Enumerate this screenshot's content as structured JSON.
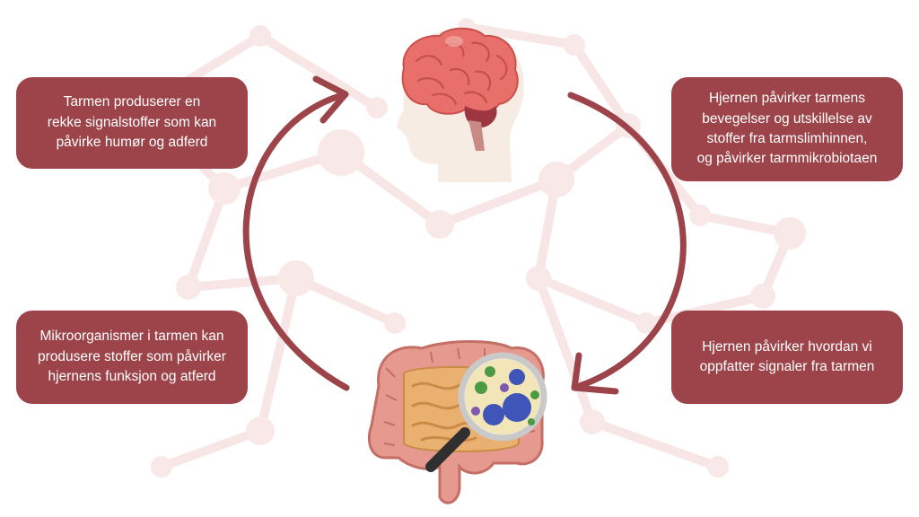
{
  "colors": {
    "card_bg": "#9c4449",
    "card_text": "#ffffff",
    "arrow": "#9c4449",
    "background_network": "#f6e3e2"
  },
  "cards": {
    "top_left": {
      "lines": [
        "Tarmen produserer en",
        "rekke signalstoffer som kan",
        "påvirke humør og adferd"
      ]
    },
    "top_right": {
      "lines": [
        "Hjernen påvirker tarmens",
        "bevegelser og utskillelse av",
        "stoffer fra tarmslimhinnen,",
        "og påvirker tarmmikrobiotaen"
      ]
    },
    "bottom_left": {
      "lines": [
        "Mikroorganismer i tarmen kan",
        "produsere stoffer som påvirker",
        "hjernens funksjon og atferd"
      ]
    },
    "bottom_right": {
      "lines": [
        "Hjernen påvirker hvordan vi",
        "oppfatter signaler fra tarmen"
      ]
    }
  },
  "illustrations": {
    "top": "head-with-brain-icon",
    "bottom": "intestines-with-magnifier-icon"
  }
}
